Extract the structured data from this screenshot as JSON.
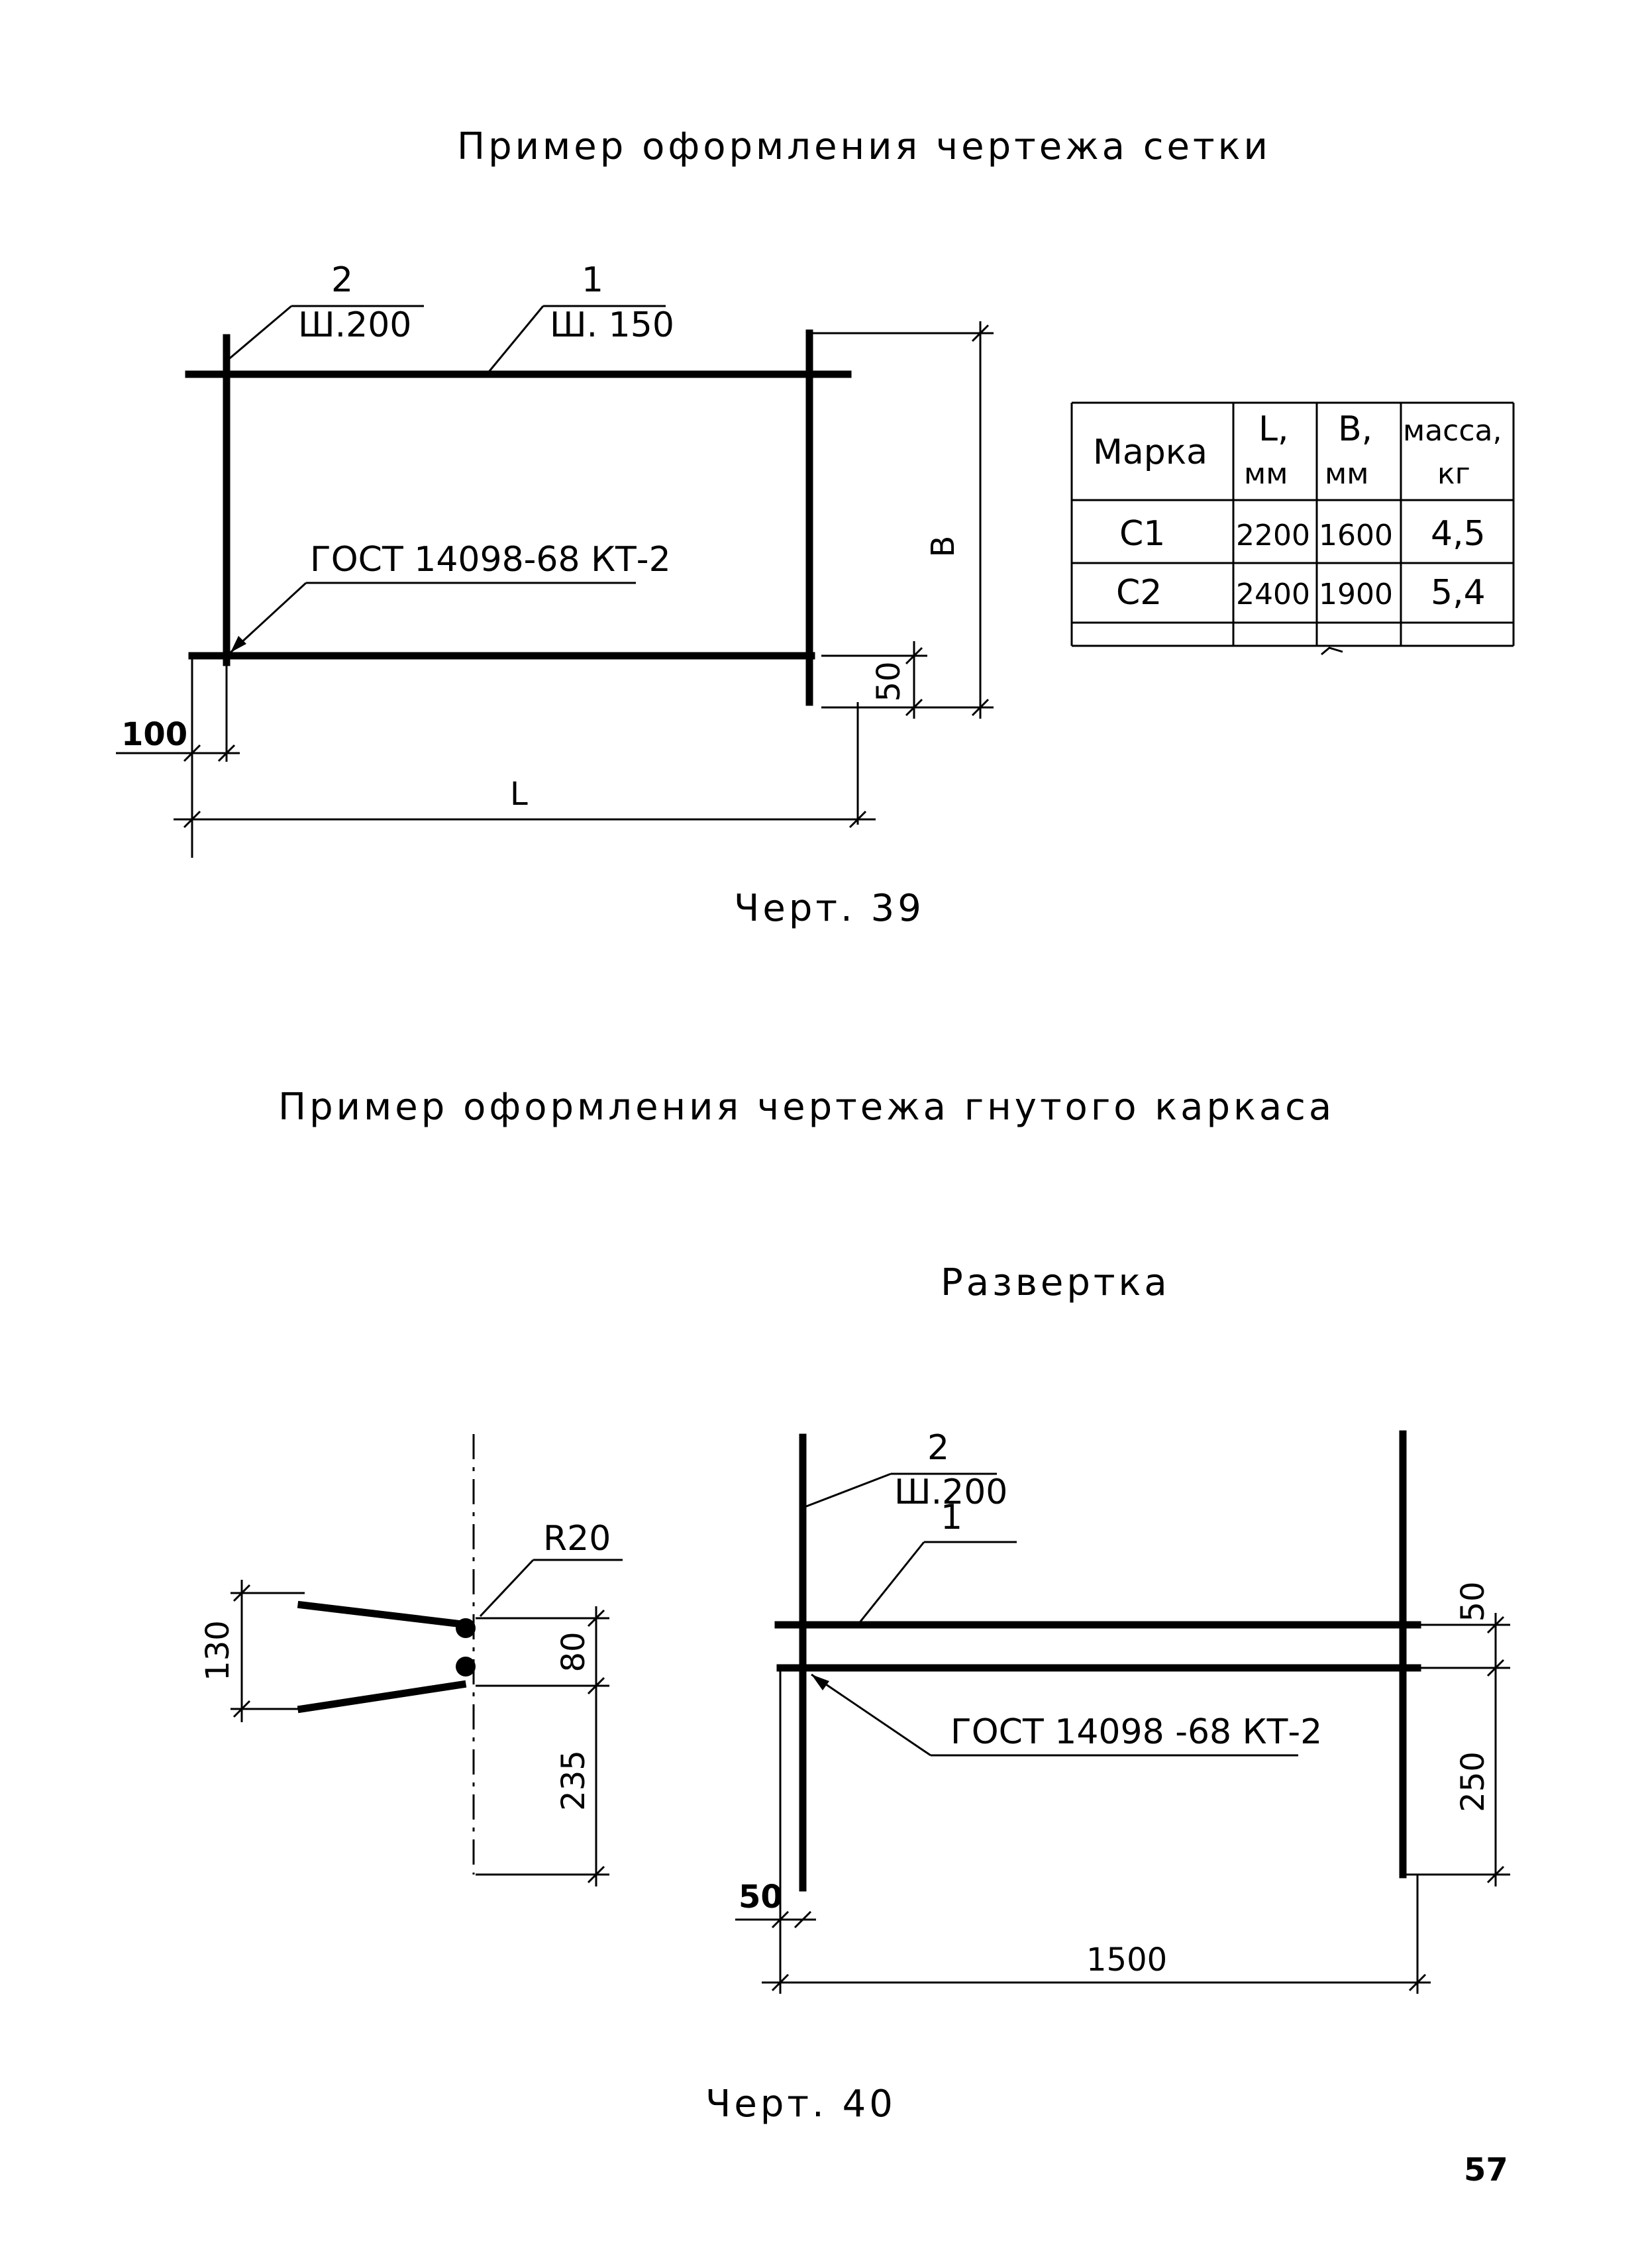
{
  "page": {
    "title_1": "Пример оформления чертежа сетки",
    "title_2": "Пример оформления чертежа гнутого каркаса",
    "razvertka": "Развертка",
    "page_number": "57"
  },
  "drawing_39": {
    "caption": "Черт. 39",
    "pos_2": "2",
    "pos_2_spec": "Ш.200",
    "pos_1": "1",
    "pos_1_spec": "Ш. 150",
    "weld_note": "ГОСТ 14098-68 КТ-2",
    "dim_B": "B",
    "dim_L": "L",
    "dim_50": "50",
    "dim_100": "100"
  },
  "table_39": {
    "headers": [
      "Марка",
      "L,",
      "мм",
      "B,",
      "мм",
      "масса,",
      "кг"
    ],
    "rows": [
      {
        "marka": "С1",
        "L": "2200",
        "B": "1600",
        "massa": "4,5"
      },
      {
        "marka": "С2",
        "L": "2400",
        "B": "1900",
        "massa": "5,4"
      }
    ]
  },
  "drawing_40": {
    "caption": "Черт. 40",
    "radius": "R20",
    "dim_130": "130",
    "dim_80": "80",
    "dim_235": "235",
    "pos_2": "2",
    "pos_2_spec": "Ш.200",
    "pos_1": "1",
    "weld_note": "ГОСТ 14098 -68 КТ-2",
    "dim_50_top": "50",
    "dim_250": "250",
    "dim_50_left": "50",
    "dim_1500": "1500"
  }
}
